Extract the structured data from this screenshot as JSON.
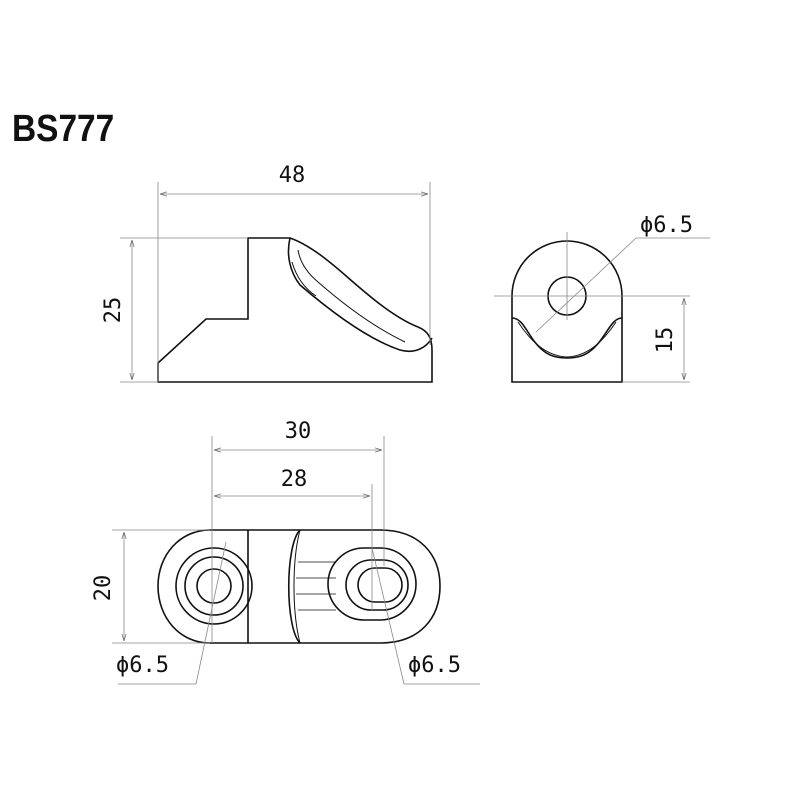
{
  "title": "BS777",
  "dimensions": {
    "side_width": "48",
    "side_height": "25",
    "end_hole_dia": "ϕ6.5",
    "end_height": "15",
    "top_outer_spacing": "30",
    "top_hole_spacing": "28",
    "top_width": "20",
    "top_left_hole_dia": "ϕ6.5",
    "top_right_hole_dia": "ϕ6.5"
  },
  "colors": {
    "line": "#111111",
    "dim_line": "#888888"
  }
}
